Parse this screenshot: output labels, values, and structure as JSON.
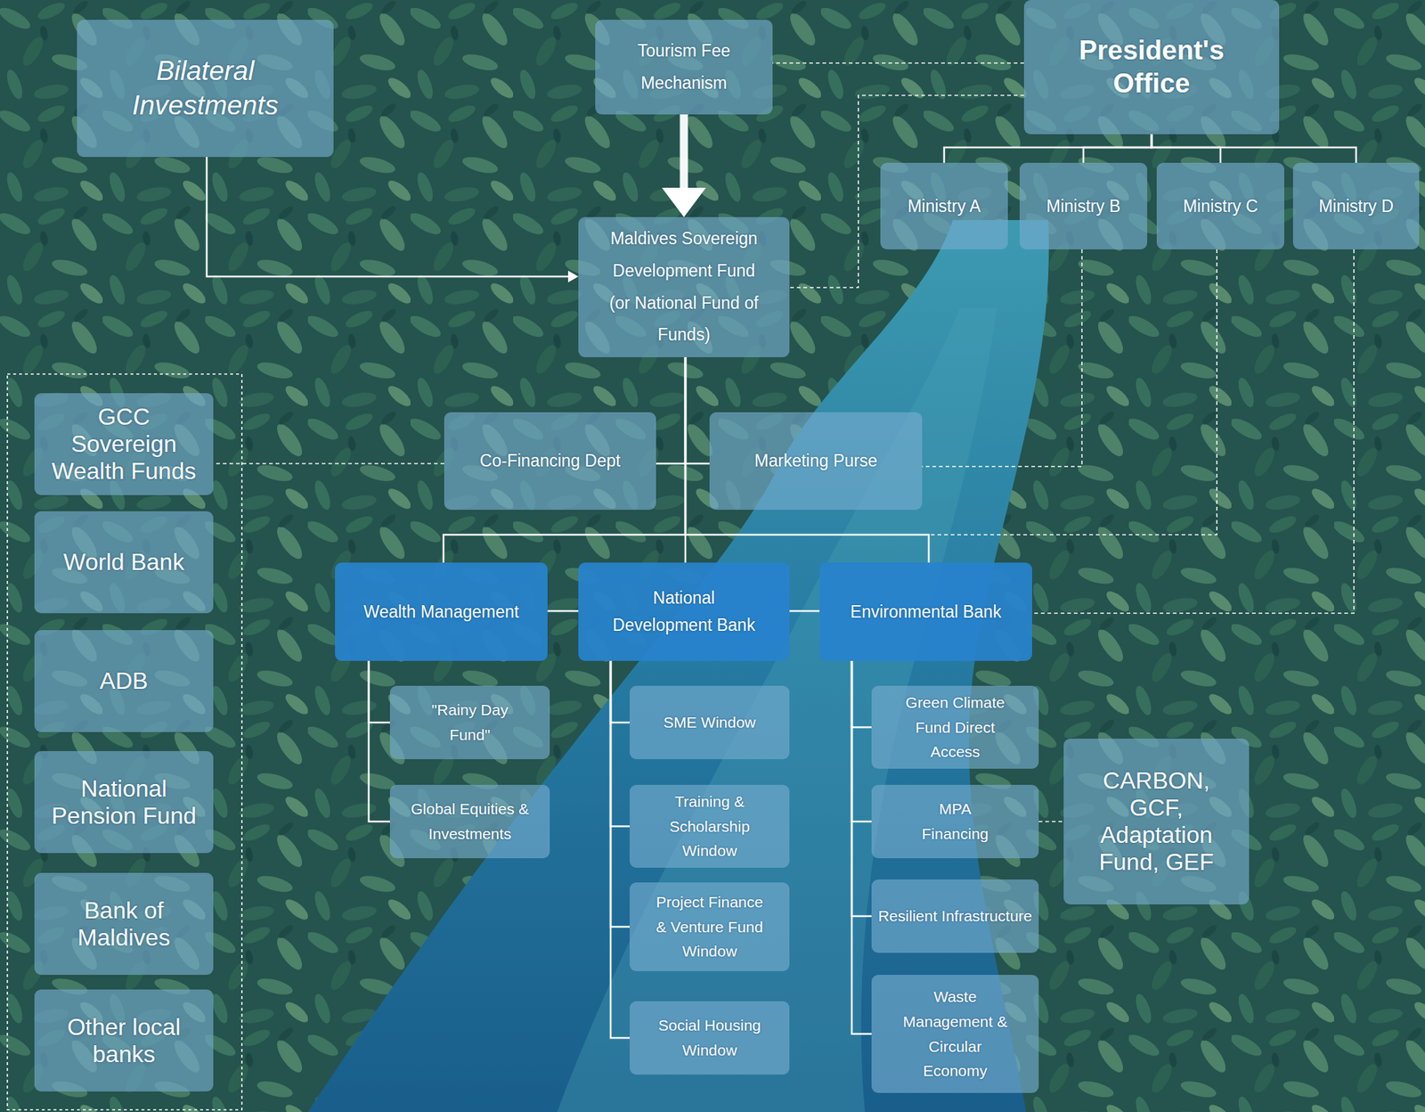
{
  "diagram": {
    "nodes": [
      {
        "text": [
          "Bilateral Investments"
        ]
      },
      {
        "text": [
          "Tourism Fee Mechanism"
        ]
      },
      {
        "text": [
          "President's Office"
        ]
      },
      {
        "text": [
          "Ministry A"
        ]
      },
      {
        "text": [
          "Ministry B"
        ]
      },
      {
        "text": [
          "Ministry C"
        ]
      },
      {
        "text": [
          "Ministry D"
        ]
      },
      {
        "text": [
          "Maldives Sovereign Development Fund (or National Fund of Funds)"
        ]
      },
      {
        "text": [
          "GCC Sovereign Wealth Funds"
        ]
      },
      {
        "text": [
          "World Bank"
        ]
      },
      {
        "text": [
          "ADB"
        ]
      },
      {
        "text": [
          "National Pension Fund"
        ]
      },
      {
        "text": [
          "Bank of Maldives"
        ]
      },
      {
        "text": [
          "Other local banks"
        ]
      },
      {
        "text": [
          "Co-Financing Dept"
        ]
      },
      {
        "text": [
          "Marketing Purse"
        ]
      },
      {
        "text": [
          "Wealth Management"
        ]
      },
      {
        "text": [
          "National Development Bank"
        ]
      },
      {
        "text": [
          "Environmental Bank"
        ]
      },
      {
        "text": [
          "\"Rainy Day Fund\""
        ]
      },
      {
        "text": [
          "Global Equities & Investments"
        ]
      },
      {
        "text": [
          "SME Window"
        ]
      },
      {
        "text": [
          "Training & Scholarship Window"
        ]
      },
      {
        "text": [
          "Project Finance & Venture Fund Window"
        ]
      },
      {
        "text": [
          "Social Housing Window"
        ]
      },
      {
        "text": [
          "Green Climate Fund Direct Access"
        ]
      },
      {
        "text": [
          "MPA Financing"
        ]
      },
      {
        "text": [
          "Resilient Infrastructure"
        ]
      },
      {
        "text": [
          "Waste Management & Circular Economy"
        ]
      },
      {
        "text": [
          "CARBON, GCF, Adaptation Fund, GEF"
        ]
      }
    ],
    "edges": [
      {
        "from": 1,
        "to": 7,
        "arrow": "to"
      },
      {
        "from": 0,
        "to": 7,
        "arrow": "to"
      },
      {
        "from": 2,
        "to": 1,
        "arrow": "none"
      },
      {
        "from": 2,
        "to": 7,
        "arrow": "none"
      },
      {
        "from": 2,
        "to": 3,
        "arrow": "none"
      },
      {
        "from": 2,
        "to": 4,
        "arrow": "none"
      },
      {
        "from": 2,
        "to": 5,
        "arrow": "none"
      },
      {
        "from": 2,
        "to": 6,
        "arrow": "none"
      },
      {
        "from": 4,
        "to": 15,
        "arrow": "none"
      },
      {
        "from": 5,
        "to": 18,
        "arrow": "none"
      },
      {
        "from": 6,
        "to": 18,
        "arrow": "none"
      },
      {
        "from": 7,
        "to": 14,
        "arrow": "none"
      },
      {
        "from": 7,
        "to": 15,
        "arrow": "none"
      },
      {
        "from": 7,
        "to": 16,
        "arrow": "none"
      },
      {
        "from": 7,
        "to": 17,
        "arrow": "none"
      },
      {
        "from": 7,
        "to": 18,
        "arrow": "none"
      },
      {
        "from": 16,
        "to": 17,
        "arrow": "none"
      },
      {
        "from": 17,
        "to": 18,
        "arrow": "none"
      },
      {
        "from": 16,
        "to": 19,
        "arrow": "none"
      },
      {
        "from": 16,
        "to": 20,
        "arrow": "none"
      },
      {
        "from": 17,
        "to": 21,
        "arrow": "none"
      },
      {
        "from": 17,
        "to": 22,
        "arrow": "none"
      },
      {
        "from": 17,
        "to": 23,
        "arrow": "none"
      },
      {
        "from": 17,
        "to": 24,
        "arrow": "none"
      },
      {
        "from": 18,
        "to": 25,
        "arrow": "none"
      },
      {
        "from": 18,
        "to": 26,
        "arrow": "none"
      },
      {
        "from": 18,
        "to": 27,
        "arrow": "none"
      },
      {
        "from": 18,
        "to": 28,
        "arrow": "none"
      },
      {
        "from": 26,
        "to": 29,
        "arrow": "none"
      },
      {
        "from": 14,
        "to": 8,
        "arrow": "none"
      }
    ]
  }
}
